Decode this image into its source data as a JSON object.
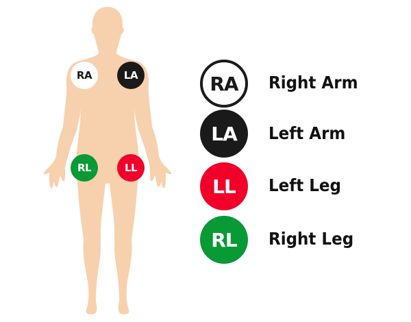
{
  "colors": {
    "skin": "#f7d1ad",
    "white": "#ffffff",
    "black": "#1a1a1a",
    "red": "#f0002a",
    "green": "#079a35"
  },
  "body_markers": [
    {
      "code": "RA"
    },
    {
      "code": "LA"
    },
    {
      "code": "RL"
    },
    {
      "code": "LL"
    }
  ],
  "legend": [
    {
      "code": "RA",
      "label": "Right Arm"
    },
    {
      "code": "LA",
      "label": "Left Arm"
    },
    {
      "code": "LL",
      "label": "Left Leg"
    },
    {
      "code": "RL",
      "label": "Right Leg"
    }
  ]
}
